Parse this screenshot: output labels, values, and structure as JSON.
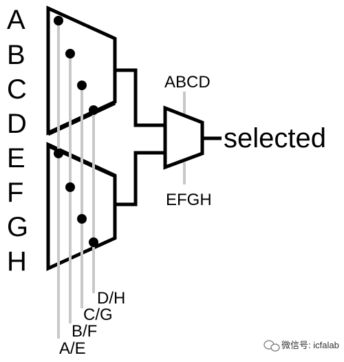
{
  "diagram": {
    "input_labels": [
      "A",
      "B",
      "C",
      "D",
      "E",
      "F",
      "G",
      "H"
    ],
    "select_labels": [
      "A/E",
      "B/F",
      "C/G",
      "D/H"
    ],
    "mux2_select_top": "ABCD",
    "mux2_select_bottom": "EFGH",
    "output_label": "selected"
  },
  "watermark": {
    "icon": "wechat-icon",
    "text": "微信号: icfalab"
  }
}
